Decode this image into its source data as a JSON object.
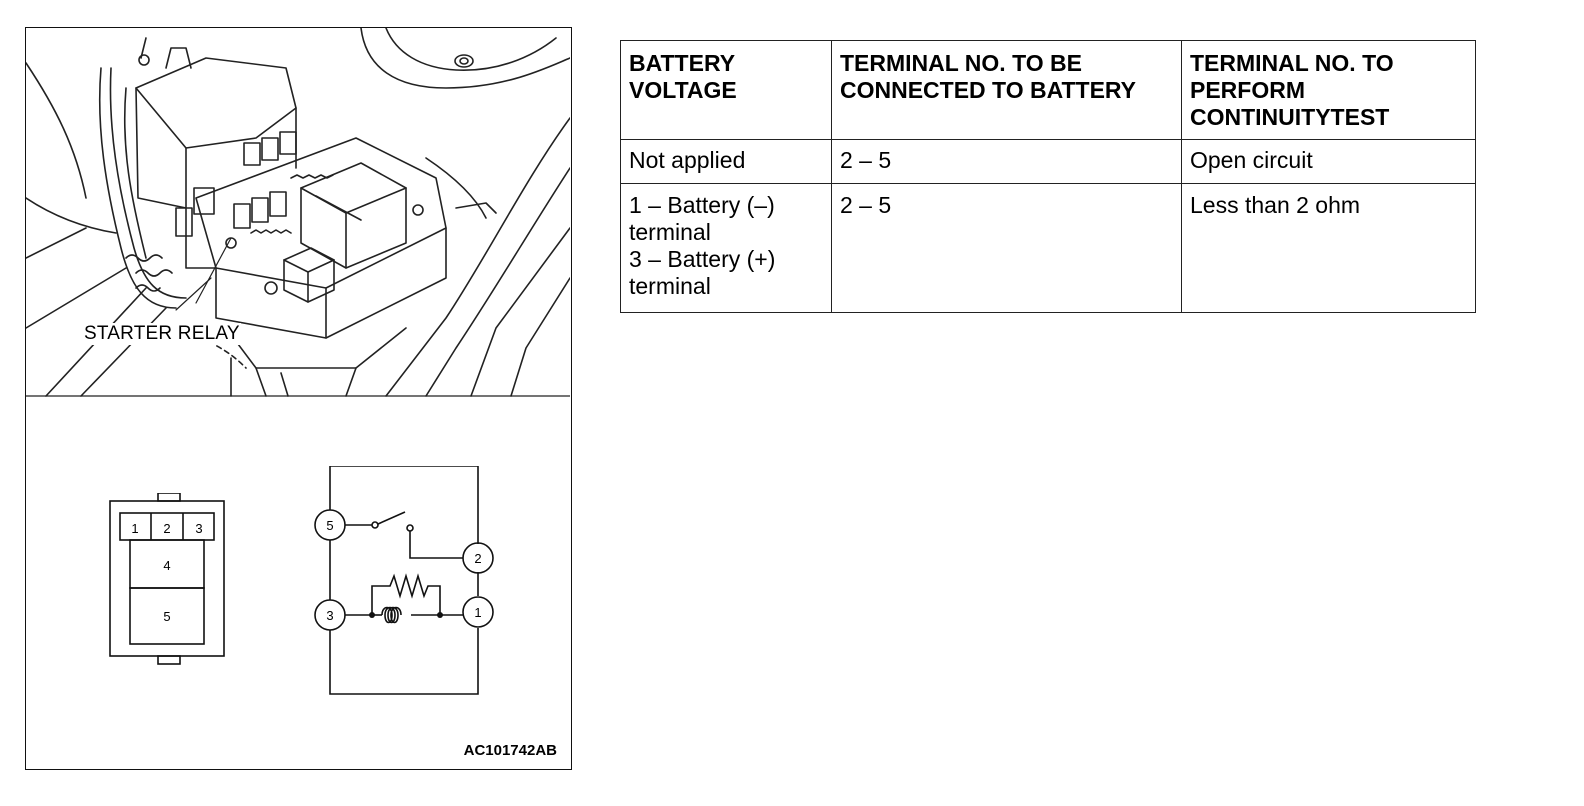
{
  "figure": {
    "relay_label": "STARTER RELAY",
    "code": "AC101742AB",
    "connector_terminals": [
      "1",
      "2",
      "3",
      "4",
      "5"
    ],
    "schematic_terminals": [
      "5",
      "2",
      "3",
      "1"
    ]
  },
  "table": {
    "headers": [
      "BATTERY VOLTAGE",
      "TERMINAL NO. TO BE CONNECTED TO BATTERY",
      "TERMINAL NO. TO PERFORM CONTINUITYTEST"
    ],
    "rows": [
      {
        "voltage_lines": [
          "Not applied"
        ],
        "connected": "2 – 5",
        "result": "Open circuit"
      },
      {
        "voltage_lines": [
          "1 – Battery (–)",
          "terminal",
          "3 – Battery (+)",
          "terminal"
        ],
        "connected": "2 – 5",
        "result": "Less than 2 ohm"
      }
    ]
  }
}
